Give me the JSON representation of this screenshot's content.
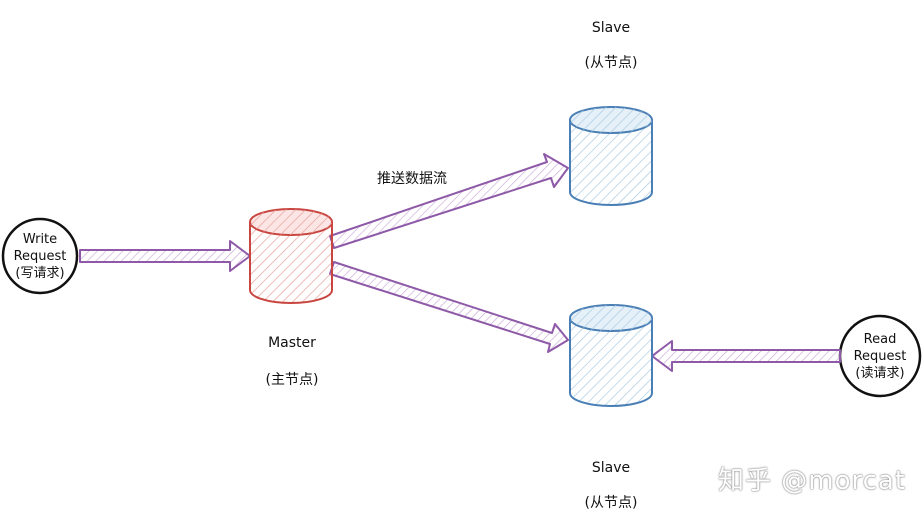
{
  "write_request": {
    "line1": "Write",
    "line2": "Request",
    "line3": "(写请求)"
  },
  "read_request": {
    "line1": "Read",
    "line2": "Request",
    "line3": "(读请求)"
  },
  "master": {
    "title": "Master",
    "subtitle": "(主节点)"
  },
  "slave_top": {
    "title": "Slave",
    "subtitle": "(从节点)"
  },
  "slave_bottom": {
    "title": "Slave",
    "subtitle": "(从节点)"
  },
  "push_label": "推送数据流",
  "watermark": "知乎 @morcat",
  "colors": {
    "master": "#d9534f",
    "slave": "#4a7fb5",
    "arrow": "#8e5aa8"
  }
}
